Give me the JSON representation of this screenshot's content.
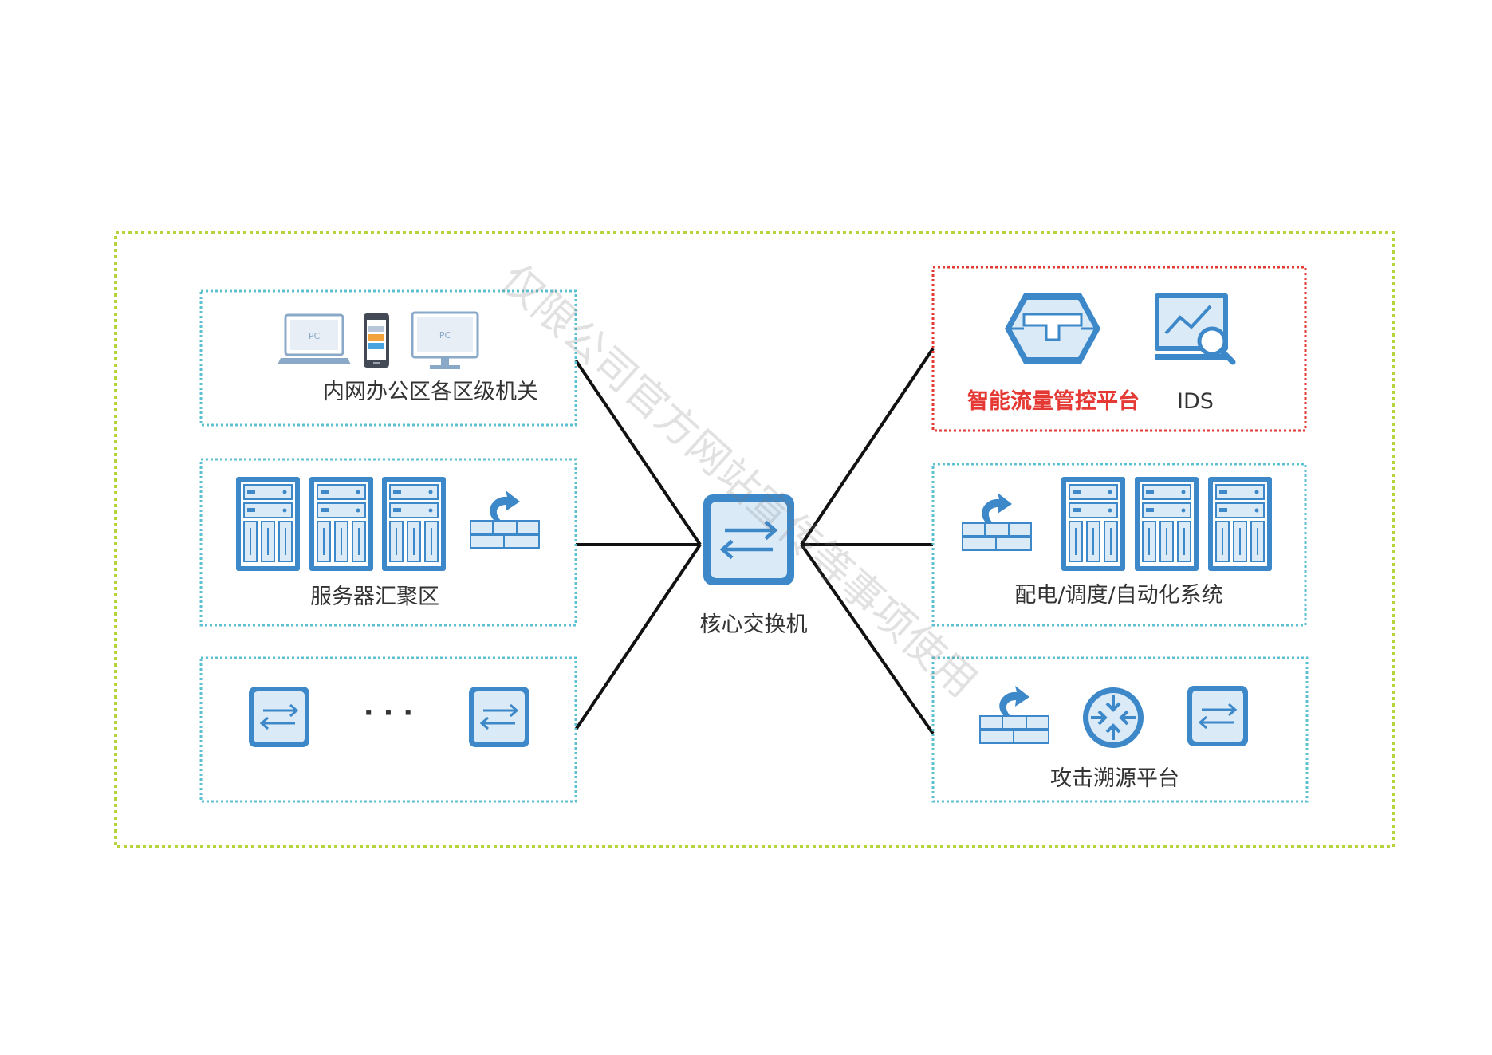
{
  "groups": {
    "office": {
      "label": "内网办公区各区级机关"
    },
    "server": {
      "label": "服务器汇聚区"
    },
    "more": {
      "ellipsis": "· · ·"
    },
    "traffic": {
      "label": "智能流量管控平台",
      "ids_label": "IDS"
    },
    "dispatch": {
      "label": "配电/调度/自动化系统"
    },
    "trace": {
      "label": "攻击溯源平台"
    }
  },
  "core": {
    "label": "核心交换机"
  },
  "device_tags": {
    "pc": "PC"
  },
  "watermark": "仅限公司官方网站宣传等事项使用",
  "colors": {
    "outer_border": "#b5d33a",
    "group_border": "#5cc0d0",
    "highlight_border": "#e53935",
    "device_blue": "#3d88c9",
    "device_light": "#dbeaf7",
    "link": "#111111"
  }
}
